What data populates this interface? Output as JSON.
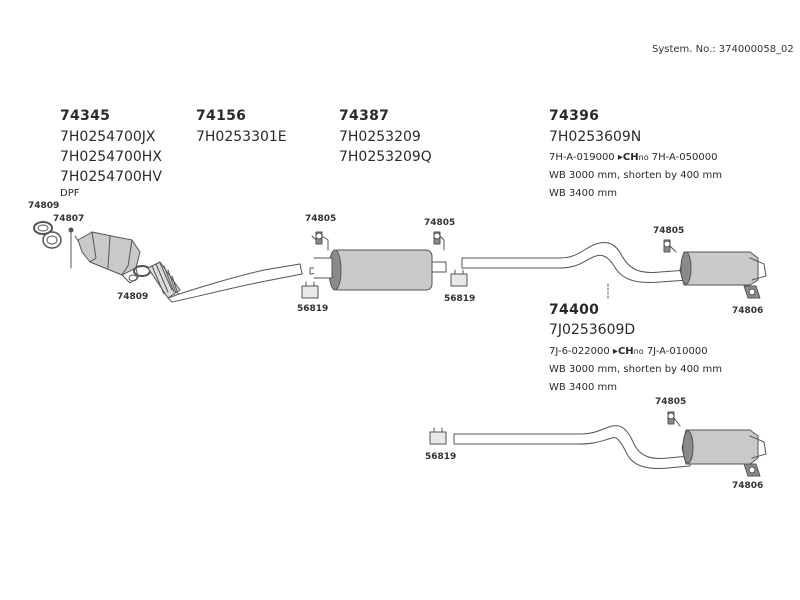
{
  "system_no": "System. No.: 374000058_02",
  "parts": {
    "p74345": {
      "number": "74345",
      "oem": [
        "7H0254700JX",
        "7H0254700HX",
        "7H0254700HV"
      ],
      "note": "DPF"
    },
    "p74156": {
      "number": "74156",
      "oem": [
        "7H0253301E"
      ]
    },
    "p74387": {
      "number": "74387",
      "oem": [
        "7H0253209",
        "7H0253209Q"
      ]
    },
    "p74396": {
      "number": "74396",
      "oem": [
        "7H0253609N"
      ],
      "notes": {
        "range_from": "7H-A-019000",
        "ch_label": "CH",
        "ch_suffix": "no",
        "range_to": "7H-A-050000",
        "wb1": "WB 3000 mm, shorten by 400 mm",
        "wb2": "WB 3400 mm"
      }
    },
    "p74400": {
      "number": "74400",
      "oem": [
        "7J0253609D"
      ],
      "notes": {
        "range_from": "7J-6-022000",
        "ch_label": "CH",
        "ch_suffix": "no",
        "range_to": "7J-A-010000",
        "wb1": "WB 3000 mm, shorten by 400 mm",
        "wb2": "WB 3400 mm"
      }
    }
  },
  "callouts": {
    "c74809a": "74809",
    "c74807": "74807",
    "c74809b": "74809",
    "c74805a": "74805",
    "c56819a": "56819",
    "c74805b": "74805",
    "c56819b": "56819",
    "c74805c": "74805",
    "c74806a": "74806",
    "c56819c": "56819",
    "c74805d": "74805",
    "c74806b": "74806"
  },
  "colors": {
    "line": "#555555",
    "fill": "#c9c9c9",
    "shade": "#8a8a8a"
  }
}
